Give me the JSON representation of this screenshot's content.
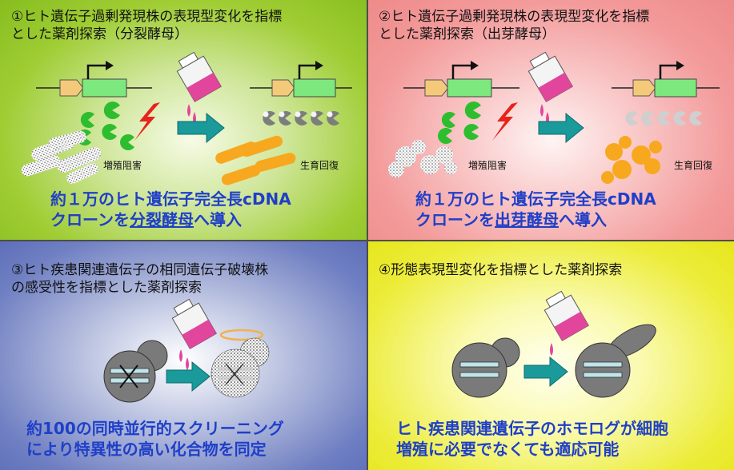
{
  "panels": [
    {
      "id": "p1",
      "title_lines": [
        "①ヒト遺伝子過剰発現株の表現型変化を指標",
        "とした薬剤探索（分裂酵母）"
      ],
      "label_inhibit": "増殖阻害",
      "label_recover": "生育回復",
      "desc_line1": "約１万のヒト遺伝子完全長cDNA",
      "desc_line2_pre": "クローンを",
      "desc_line2_u": "分裂酵母",
      "desc_line2_post": "へ導入"
    },
    {
      "id": "p2",
      "title_lines": [
        "②ヒト遺伝子過剰発現株の表現型変化を指標",
        "とした薬剤探索（出芽酵母）"
      ],
      "label_inhibit": "増殖阻害",
      "label_recover": "生育回復",
      "desc_line1": "約１万のヒト遺伝子完全長cDNA",
      "desc_line2_pre": "クローンを",
      "desc_line2_u": "出芽酵母",
      "desc_line2_post": "へ導入"
    },
    {
      "id": "p3",
      "title_lines": [
        "③ヒト疾患関連遺伝子の相同遺伝子破壊株",
        "の感受性を指標とした薬剤探索"
      ],
      "desc_lines": [
        "約100の同時並行的スクリーニング",
        "により特異性の高い化合物を同定"
      ]
    },
    {
      "id": "p4",
      "title_lines": [
        "④形態表現型変化を指標とした薬剤探索"
      ],
      "desc_lines": [
        "ヒト疾患関連遺伝子のホモログが細胞",
        "増殖に必要でなくても適応可能"
      ]
    }
  ],
  "colors": {
    "panel1_bg": "#9fcd33",
    "panel2_bg": "#f39a9a",
    "panel3_bg": "#6f7fc2",
    "panel4_bg": "#ecec3a",
    "desc_text": "#1f3fc8",
    "gene_green": "#7de87d",
    "promoter_orange": "#f5c97a",
    "arrow_teal": "#1a9a9a",
    "drug_pink": "#e2469c",
    "cell_gray": "#7a7a7a",
    "cell_orange": "#f7a81e"
  }
}
